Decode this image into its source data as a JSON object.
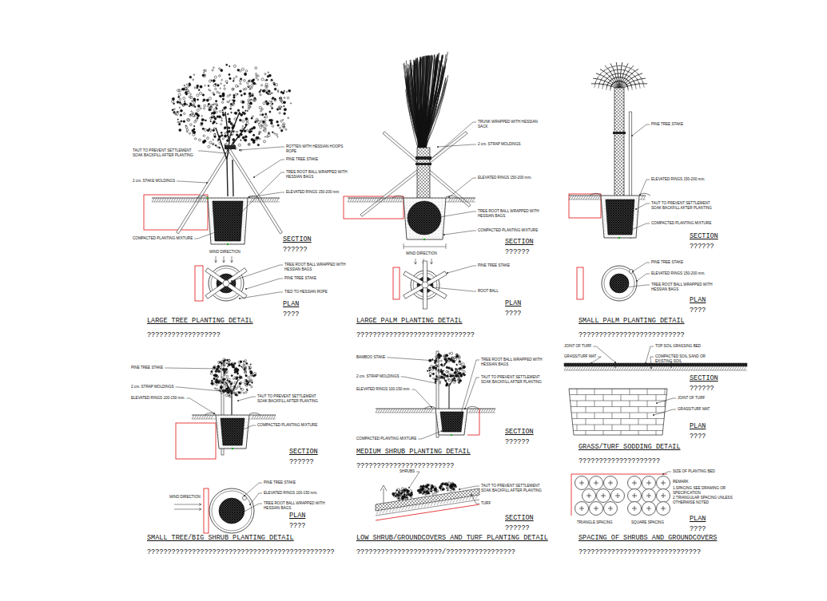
{
  "diagram": {
    "labels": [
      "SECTION",
      "??????",
      "PLAN",
      "????",
      "LARGE TREE PLANTING DETAIL",
      "??????????????????",
      "TAUT TO PREVENT SETTLEMENT SOAK BACKFILL AFTER PLANTING",
      "2 cm. STAKE MOLDINGS",
      "COMPACTED PLANTING MIXTURE",
      "ROTTEN WITH HESSIAN HOOPS ROPE",
      "PINE TREE STAKE",
      "TREE ROOT BALL WRAPPED WITH HESSIAN BAGS",
      "ELEVATED RINGS 150-200 mm",
      "WIND DIRECTION",
      "TREE ROOT BALL WRAPPED WITH HESSIAN BAGS",
      "PINE TREE STAKE",
      "TIED TO HESSIAN ROPE",
      "SECTION",
      "??????",
      "PLAN",
      "????",
      "LARGE PALM PLANTING DETAIL",
      "?????????????????????????????",
      "TRUNK WRAPPED WITH HESSIAN SACK",
      "2 cm. STRAP MOLDINGS",
      "ELEVATED RINGS 150-200 mm.",
      "TREE ROOT BALL WRAPPED WITH HESSIAN BAGS",
      "COMPACTED PLANTING MIXTURE",
      "WIND DIRECTION",
      "PINE TREE STAKE",
      "ROOT BALL",
      "SECTION",
      "??????",
      "PLAN",
      "????",
      "SMALL PALM PLANTING DETAIL",
      "??????????????????????????",
      "PINE TREE STAKE",
      "ELEVATED RINGS 150-200 mm.",
      "TAUT TO PREVENT SETTLEMENT SOAK BACKFILL AFTER PLANTING",
      "COMPACTED PLANTING MIXTURE",
      "PINE TREE STAKE",
      "ELEVATED RINGS 150-200 mm.",
      "TREE ROOT BALL WRAPPED WITH HESSIAN BAGS",
      "SECTION",
      "??????",
      "PLAN",
      "????",
      "SMALL TREE/BIG SHRUB PLANTING DETAIL",
      "??????????????????????????????????????????????",
      "PINE TREE STAKE",
      "2 cm. STRAP MOLDINGS",
      "ELEVATED RINGS 100-150 mm.",
      "TAUT TO PREVENT SETTLEMENT SOAK BACKFILL AFTER PLANTING",
      "COMPACTED PLANTING MIXTURE",
      "WIND DIRECTION",
      "PINE TREE STAKE",
      "ELEVATED RINGS 100-150 mm.",
      "TREE ROOT BALL WRAPPED WITH HESSIAN BAGS",
      "SECTION",
      "??????",
      "MEDIUM SHRUB PLANTING DETAIL",
      "????????????????????????",
      "BAMBOO STAKE",
      "2 cm. STRAP MOLDINGS",
      "ELEVATED RINGS 100-150 mm.",
      "COMPACTED PLANTING MIXTURE",
      "TREE ROOT BALL WRAPPED WITH HESSIAN BAGS",
      "TAUT TO PREVENT SETTLEMENT SOAK BACKFILL AFTER PLANTING",
      "SECTION",
      "??????",
      "PLAN",
      "????",
      "GRASS/TURF SODDING DETAIL",
      "????????????????????",
      "JOINT OF TURF",
      "GRASS/TURF MAT",
      "TOP SOIL GRASSING BED",
      "COMPACTED SOIL SAND OR EXISTING SOIL",
      "JOINT OF TURF",
      "GRASS/TURF MAT",
      "SECTION",
      "??????",
      "LOW SHRUB/GROUNDCOVERS AND TURF PLANTING DETAIL",
      "?????????????????????/?????????????????",
      "SHRUBS",
      "TAUT TO PREVENT SETTLEMENT SOAK BACKFILL AFTER PLANTING",
      "TURF",
      "PLAN",
      "????",
      "SPACING OF SHRUBS AND GROUNDCOVERS",
      "??????????????????????????????",
      "TRIANGLE SPACING",
      "SQUARE SPACING",
      "SIZE OF PLANTING BED",
      "REMARK",
      "1.SPACING SEE DRAWING OR SPECIFICATION",
      "2.TRIANGULAR SPACING UNLESS OTHERWISE NOTED"
    ]
  }
}
